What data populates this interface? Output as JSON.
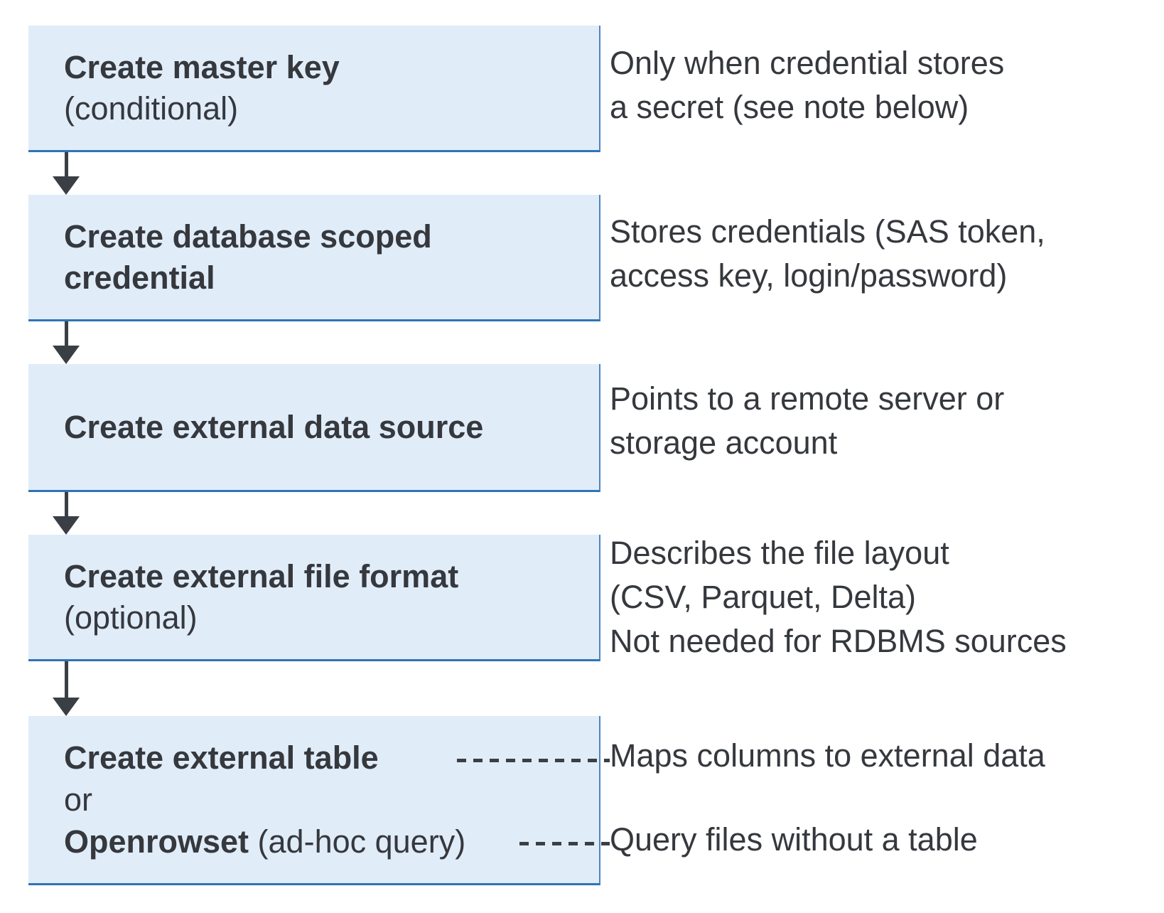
{
  "colors": {
    "background": "#ffffff",
    "box-fill": "#e1ecf9",
    "box-border-bottom": "#2e75b6",
    "box-border-right": "#4e86c2",
    "arrow": "#3a3e45",
    "dash": "#3a3e45",
    "text": "#35383d"
  },
  "steps": [
    {
      "lines": [
        {
          "text": "Create master key"
        },
        {
          "text": "(conditional)"
        }
      ]
    },
    {
      "lines": [
        {
          "text": "Create database scoped"
        },
        {
          "text": "credential"
        }
      ]
    },
    {
      "lines": [
        {
          "text": "Create external data source"
        }
      ]
    },
    {
      "lines": [
        {
          "text": "Create external file format"
        },
        {
          "text": "(optional)"
        }
      ]
    },
    {
      "lines": [
        {
          "text": "Create external table"
        },
        {
          "text": "or"
        },
        {
          "bold_part": "Openrowset",
          "regular_part": " (ad-hoc query)"
        }
      ]
    }
  ],
  "notes": [
    {
      "lines": [
        "Only when credential stores",
        "a secret (see note below)"
      ]
    },
    {
      "lines": [
        "Stores credentials (SAS token,",
        "access key, login/password)"
      ]
    },
    {
      "lines": [
        "Points to a remote server or",
        "storage account"
      ]
    },
    {
      "lines": [
        "Describes the file layout",
        "(CSV, Parquet, Delta)",
        "Not needed for RDBMS sources"
      ]
    },
    {
      "lines": [
        "Maps columns to external data"
      ]
    },
    {
      "lines": [
        "Query files without a table"
      ]
    }
  ]
}
